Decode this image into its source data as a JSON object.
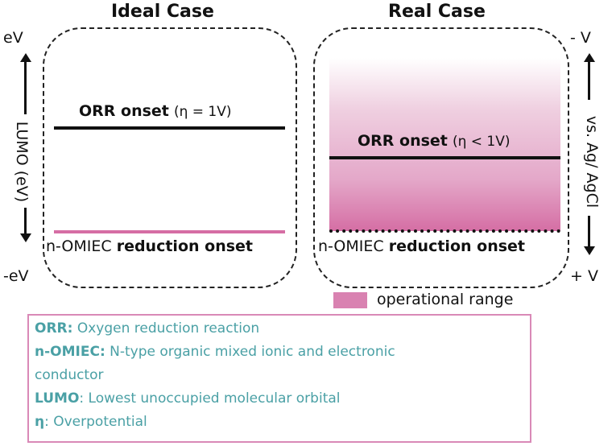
{
  "titles": {
    "ideal": "Ideal Case",
    "real": "Real Case"
  },
  "left_axis": {
    "top": "eV",
    "bottom": "-eV",
    "label": "LUMO (eV)"
  },
  "right_axis": {
    "top": "- V",
    "bottom": "+ V",
    "label": "vs. Ag/ AgCl"
  },
  "ideal": {
    "orr_bold": "ORR onset",
    "orr_eta": "(η = 1V)",
    "reduction_prefix": "n-OMIEC ",
    "reduction_bold": "reduction onset"
  },
  "real": {
    "orr_bold": "ORR onset",
    "orr_eta": "(η < 1V)",
    "reduction_prefix": "n-OMIEC ",
    "reduction_bold": "reduction onset"
  },
  "operational_range": "operational range",
  "glossary": [
    {
      "term": "ORR:",
      "definition": " Oxygen reduction reaction"
    },
    {
      "term": "n-OMIEC:",
      "definition": " N-type organic mixed ionic and electronic"
    },
    {
      "term": "",
      "definition": "conductor"
    },
    {
      "term": "LUMO",
      "definition": ": Lowest unoccupied molecular orbital"
    },
    {
      "term": "η",
      "definition": ": Overpotential"
    }
  ],
  "colors": {
    "pink": "#d56ea4",
    "teal": "#4aa0a5",
    "legend_border": "#d989b7"
  }
}
